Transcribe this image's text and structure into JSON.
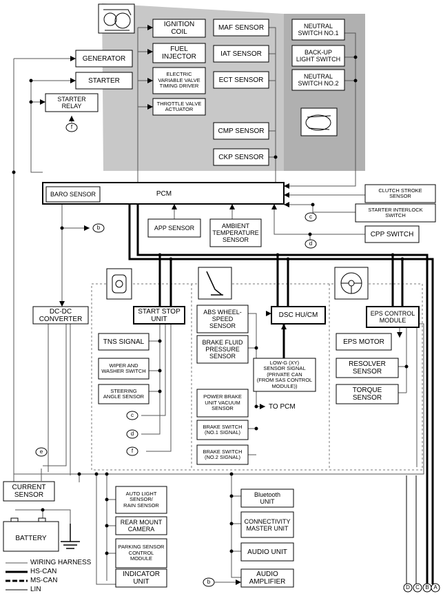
{
  "blocks": {
    "ignition_coil": "IGNITION\nCOIL",
    "fuel_injector": "FUEL\nINJECTOR",
    "evvt_driver": "ELECTRIC\nVARIABLE VALVE\nTIMING DRIVER",
    "throttle_actuator": "THROTTLE VALVE\nACTUATOR",
    "maf_sensor": "MAF SENSOR",
    "iat_sensor": "IAT SENSOR",
    "ect_sensor": "ECT SENSOR",
    "cmp_sensor": "CMP SENSOR",
    "ckp_sensor": "CKP SENSOR",
    "neutral_switch_1": "NEUTRAL\nSWITCH NO.1",
    "backup_light_switch": "BACK-UP\nLIGHT SWITCH",
    "neutral_switch_2": "NEUTRAL\nSWITCH NO.2",
    "generator": "GENERATOR",
    "starter": "STARTER",
    "starter_relay": "STARTER\nRELAY",
    "baro_sensor": "BARO SENSOR",
    "pcm": "PCM",
    "clutch_stroke_sensor": "CLUTCH STROKE\nSENSOR",
    "starter_interlock_switch": "STARTER INTERLOCK\nSWITCH",
    "cpp_switch": "CPP SWITCH",
    "app_sensor": "APP SENSOR",
    "ambient_temp_sensor": "AMBIENT\nTEMPERATURE\nSENSOR",
    "dcdc_converter": "DC-DC\nCONVERTER",
    "start_stop_unit": "START STOP\nUNIT",
    "tns_signal": "TNS SIGNAL",
    "wiper_washer_switch": "WIPER AND\nWASHER SWITCH",
    "steering_angle_sensor": "STEERING\nANGLE SENSOR",
    "abs_wheel_speed_sensor": "ABS WHEEL-\nSPEED\nSENSOR",
    "brake_fluid_pressure_sensor": "BRAKE FLUID\nPRESSURE\nSENSOR",
    "dsc_hu_cm": "DSC HU/CM",
    "lowg_sensor_signal": "LOW-G (XY)\nSENSOR SIGNAL\n(PRIVATE CAN\n(FROM SAS CONTROL\nMODULE))",
    "power_brake_vacuum_sensor": "POWER BRAKE\nUNIT VACUUM\nSENSOR",
    "to_pcm": "TO PCM",
    "brake_switch_1": "BRAKE SWITCH\n(NO.1 SIGNAL)",
    "brake_switch_2": "BRAKE SWITCH\n(NO.2 SIGNAL)",
    "eps_control_module": "EPS CONTROL\nMODULE",
    "eps_motor": "EPS MOTOR",
    "resolver_sensor": "RESOLVER\nSENSOR",
    "torque_sensor": "TORQUE\nSENSOR",
    "current_sensor": "CURRENT\nSENSOR",
    "battery": "BATTERY",
    "auto_light_rain_sensor": "AUTO LIGHT\nSENSOR/\nRAIN SENSOR",
    "rear_mount_camera": "REAR MOUNT\nCAMERA",
    "parking_sensor_module": "PARKING SENSOR\nCONTROL\nMODULE",
    "indicator_unit": "INDICATOR\nUNIT",
    "bluetooth_unit": "Bluetooth\nUNIT",
    "connectivity_master_unit": "CONNECTIVITY\nMASTER UNIT",
    "audio_unit": "AUDIO UNIT",
    "audio_amplifier": "AUDIO\nAMPLIFIER"
  },
  "connectors": {
    "b": "b",
    "c": "c",
    "d": "d",
    "e": "e",
    "f": "f"
  },
  "bus_terminals": {
    "d": "D",
    "c": "C",
    "b": "B",
    "a": "A"
  },
  "legend": {
    "wiring_harness": "WIRING HARNESS",
    "hs_can": "HS-CAN",
    "ms_can": "MS-CAN",
    "lin": "LIN"
  },
  "colors": {
    "engine_bay": "#c8c8c8",
    "engine_bay_dark": "#b0b0b0"
  }
}
